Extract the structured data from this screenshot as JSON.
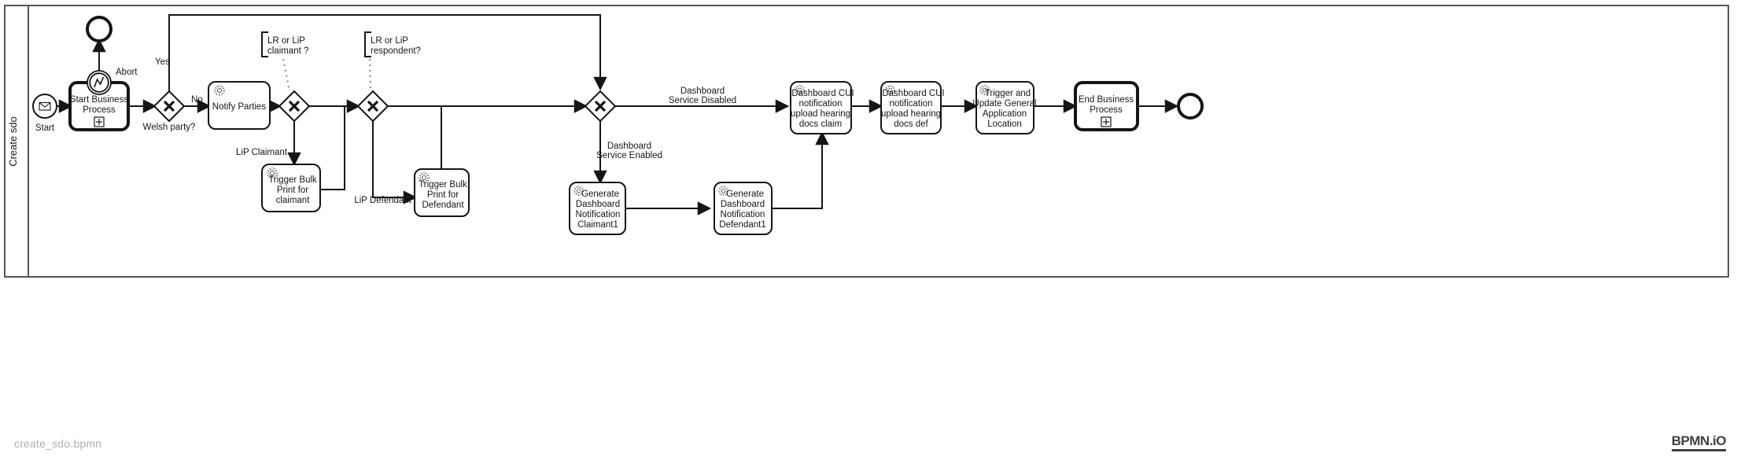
{
  "document": {
    "filename": "create_sdo.bpmn",
    "watermark": "BPMN.iO"
  },
  "pool": {
    "name": "Create sdo",
    "lane_label": "Create sdo"
  },
  "colors": {
    "stroke": "#131619",
    "pool_stroke": "#555555",
    "text": "#131619",
    "footer_text": "#b0b0b0",
    "watermark": "#404040",
    "background": "#ffffff"
  },
  "elements": {
    "start_event": {
      "id": "start-event",
      "label": "Start",
      "type": "message-start-event",
      "icon": "envelope-icon"
    },
    "start_business_process": {
      "id": "start-business-process",
      "label": "Start Business Process",
      "type": "call-activity",
      "marker": "collapsed-subprocess-plus"
    },
    "abort_boundary_event": {
      "id": "abort-boundary-event",
      "label": "Abort",
      "type": "boundary-error-event",
      "icon": "error-bolt-icon"
    },
    "abort_end_event": {
      "id": "abort-end-event",
      "label": "",
      "type": "end-event"
    },
    "welsh_party_gateway": {
      "id": "welsh-party-gateway",
      "label": "Welsh party?",
      "type": "exclusive-gateway"
    },
    "notify_parties": {
      "id": "notify-parties",
      "label": "Notify Parties",
      "type": "service-task",
      "icon": "gear-icon"
    },
    "lr_or_lip_claimant_gateway": {
      "id": "lr-or-lip-claimant-gateway",
      "type": "exclusive-gateway",
      "annotation": "LR or LiP claimant ?",
      "annotation_lines": [
        "LR or LiP",
        "claimant ?"
      ]
    },
    "trigger_bulk_print_claimant": {
      "id": "trigger-bulk-print-claimant",
      "label": "Trigger Bulk Print for claimant",
      "label_lines": [
        "Trigger Bulk",
        "Print for",
        "claimant"
      ],
      "type": "service-task",
      "icon": "gear-icon"
    },
    "lr_or_lip_respondent_gateway": {
      "id": "lr-or-lip-respondent-gateway",
      "type": "exclusive-gateway",
      "annotation": "LR or LiP respondent?",
      "annotation_lines": [
        "LR or LiP",
        "respondent?"
      ]
    },
    "trigger_bulk_print_defendant": {
      "id": "trigger-bulk-print-defendant",
      "label": "Trigger Bulk Print for Defendant",
      "label_lines": [
        "Trigger Bulk",
        "Print for",
        "Defendant"
      ],
      "type": "service-task",
      "icon": "gear-icon"
    },
    "dashboard_service_gateway": {
      "id": "dashboard-service-gateway",
      "type": "exclusive-gateway"
    },
    "generate_dashboard_notification_claimant1": {
      "id": "generate-dashboard-notification-claimant1",
      "label": "Generate Dashboard Notification Claimant1",
      "label_lines": [
        "Generate",
        "Dashboard",
        "Notification",
        "Claimant1"
      ],
      "type": "service-task",
      "icon": "gear-icon"
    },
    "generate_dashboard_notification_defendant1": {
      "id": "generate-dashboard-notification-defendant1",
      "label": "Generate Dashboard Notification Defendant1",
      "label_lines": [
        "Generate",
        "Dashboard",
        "Notification",
        "Defendant1"
      ],
      "type": "service-task",
      "icon": "gear-icon"
    },
    "dashboard_cui_notification_claim": {
      "id": "dashboard-cui-notification-upload-hearing-docs-claim",
      "label": "Dashboard CUI notification upload hearing docs claim",
      "label_lines": [
        "Dashboard CUI",
        "notification",
        "upload hearing",
        "docs claim"
      ],
      "type": "service-task",
      "icon": "gear-icon"
    },
    "dashboard_cui_notification_def": {
      "id": "dashboard-cui-notification-upload-hearing-docs-def",
      "label": "Dashboard CUI notification upload hearing docs def",
      "label_lines": [
        "Dashboard CUI",
        "notification",
        "upload hearing",
        "docs def"
      ],
      "type": "service-task",
      "icon": "gear-icon"
    },
    "trigger_update_general_application_location": {
      "id": "trigger-and-update-general-application-location",
      "label": "Trigger and Update General Application Location",
      "label_lines": [
        "Trigger and",
        "Update General",
        "Application",
        "Location"
      ],
      "type": "service-task",
      "icon": "gear-icon"
    },
    "end_business_process": {
      "id": "end-business-process",
      "label": "End Business Process",
      "label_lines": [
        "End Business",
        "Process"
      ],
      "type": "call-activity",
      "marker": "collapsed-subprocess-plus"
    },
    "end_event": {
      "id": "end-event",
      "label": "",
      "type": "end-event"
    }
  },
  "flow_labels": {
    "yes": "Yes",
    "no": "No",
    "welsh_party": "Welsh party?",
    "lip_claimant": "LiP Claimant",
    "lip_defendant": "LiP Defendant",
    "dashboard_service_disabled": "Dashboard Service Disabled",
    "dashboard_service_disabled_lines": [
      "Dashboard",
      "Service Disabled"
    ],
    "dashboard_service_enabled": "Dashboard Service Enabled",
    "dashboard_service_enabled_lines": [
      "Dashboard",
      "Service Enabled"
    ],
    "start": "Start",
    "abort": "Abort"
  },
  "annotations": [
    {
      "id": "annotation-lr-lip-claimant",
      "lines": [
        "LR or LiP",
        "claimant ?"
      ]
    },
    {
      "id": "annotation-lr-lip-respondent",
      "lines": [
        "LR or LiP",
        "respondent?"
      ]
    }
  ]
}
